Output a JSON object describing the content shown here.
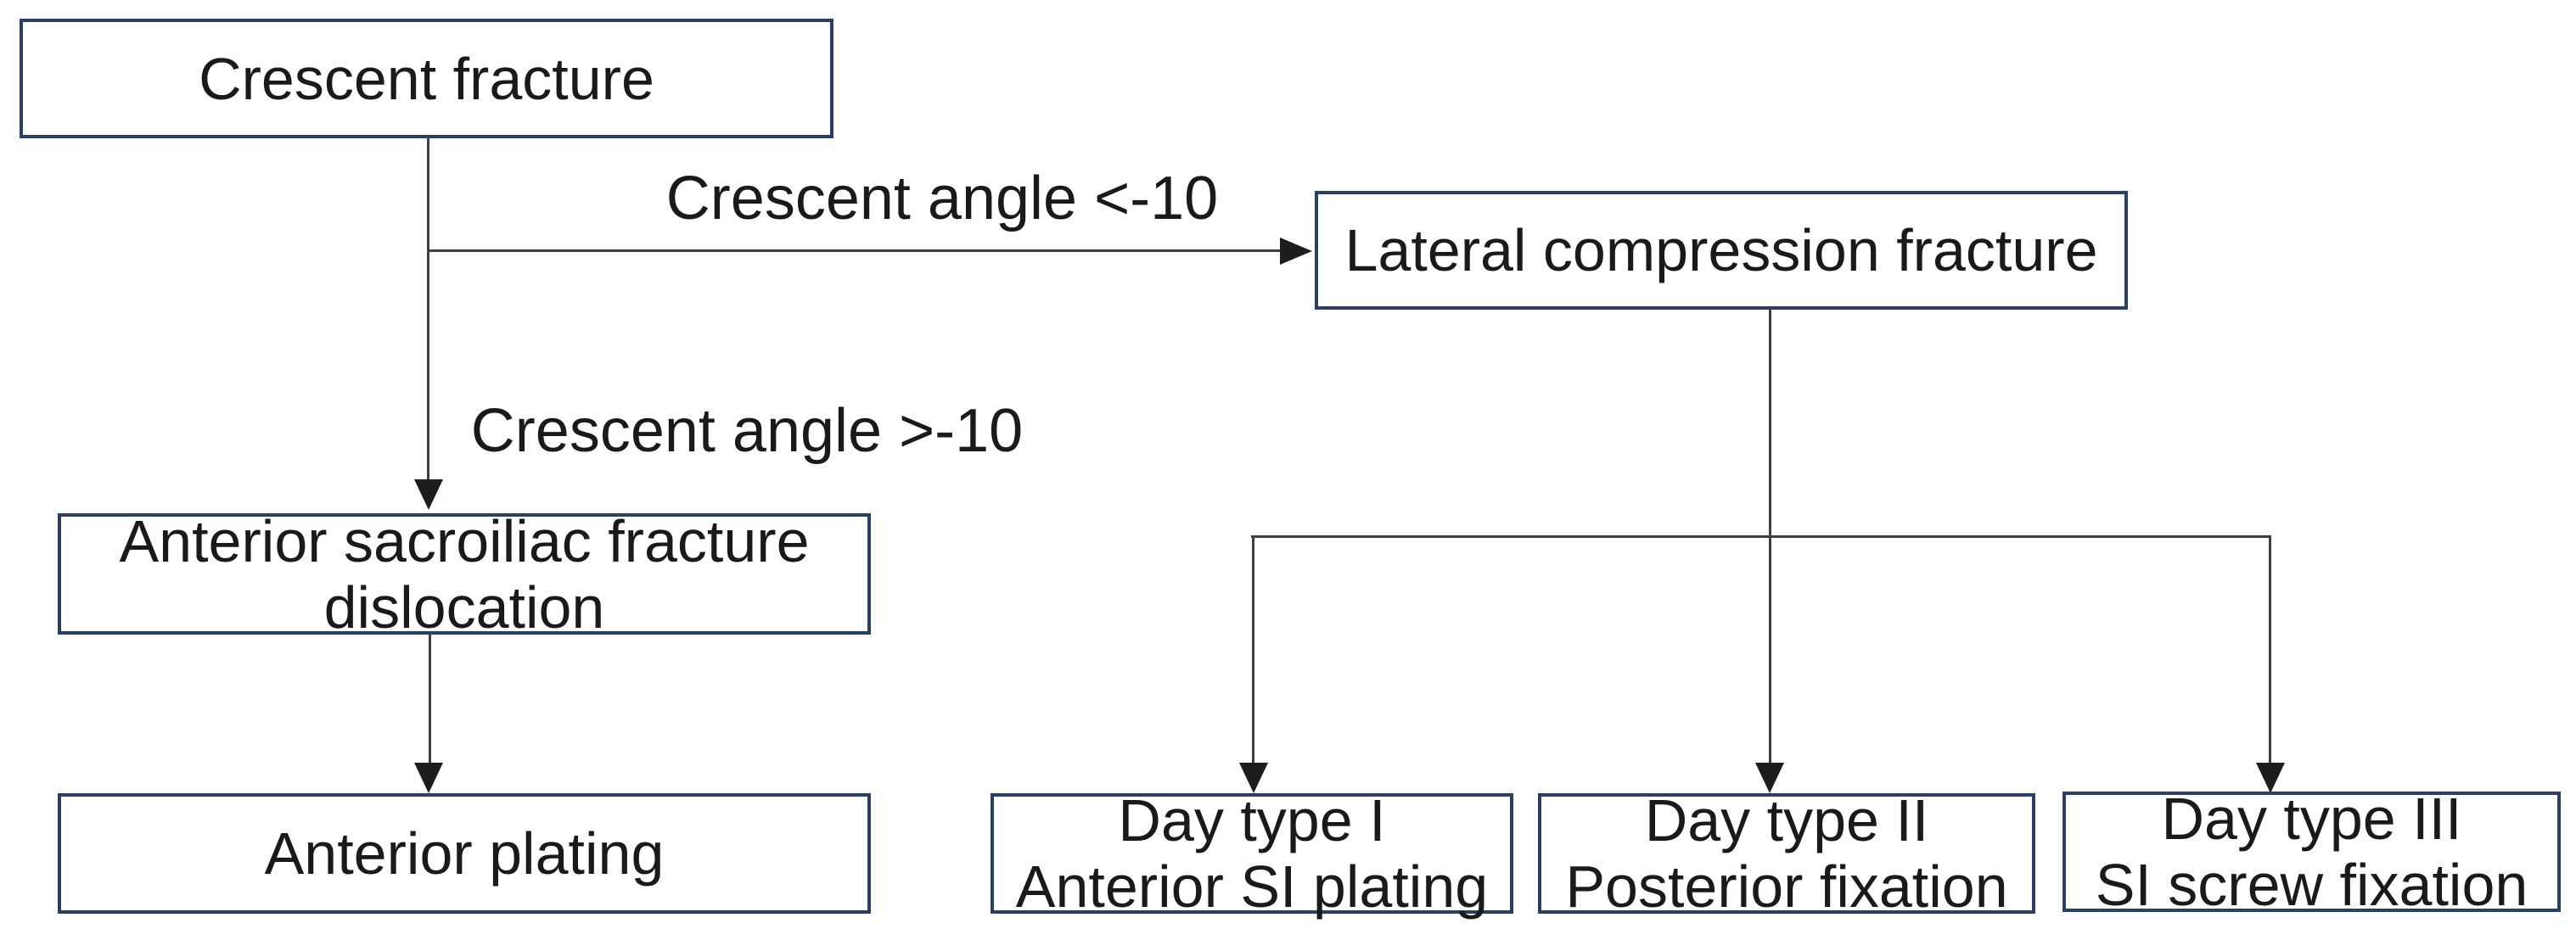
{
  "diagram": {
    "title": "Crescent fracture treatment algorithm flowchart",
    "colors": {
      "background": "#ffffff",
      "box_border": "#2b3f62",
      "line": "#3f3f3f",
      "arrow": "#1d1d1d",
      "text": "#1a1a1a"
    },
    "nodes": {
      "crescent_fracture": {
        "label": "Crescent fracture"
      },
      "anterior_si_dislocation": {
        "line1": "Anterior sacroiliac fracture",
        "line2": "dislocation"
      },
      "lateral_compression": {
        "label": "Lateral compression fracture"
      },
      "anterior_plating": {
        "label": "Anterior plating"
      },
      "day_type_1": {
        "line1": "Day type I",
        "line2": "Anterior SI plating"
      },
      "day_type_2": {
        "line1": "Day type II",
        "line2": "Posterior fixation"
      },
      "day_type_3": {
        "line1": "Day type III",
        "line2": "SI screw fixation"
      }
    },
    "edge_labels": {
      "crescent_angle_less": "Crescent angle <-10",
      "crescent_angle_greater": "Crescent angle >-10"
    }
  }
}
